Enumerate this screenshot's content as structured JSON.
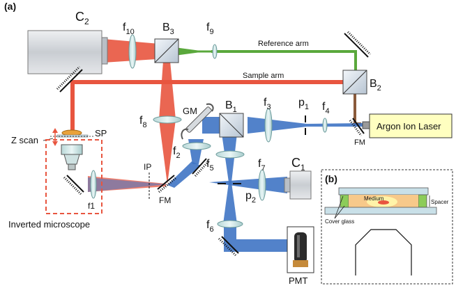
{
  "panel_a": {
    "label": "(a)"
  },
  "panel_b": {
    "label": "(b)",
    "medium": "Medium",
    "spacer": "Spacer",
    "cover_glass": "Cover glass"
  },
  "components": {
    "camera_c2": {
      "name": "C",
      "sub": "2"
    },
    "camera_c1": {
      "name": "C",
      "sub": "1"
    },
    "lens_f10": {
      "name": "f",
      "sub": "10"
    },
    "lens_f9": {
      "name": "f",
      "sub": "9"
    },
    "lens_f8": {
      "name": "f",
      "sub": "8"
    },
    "lens_f7": {
      "name": "f",
      "sub": "7"
    },
    "lens_f6": {
      "name": "f",
      "sub": "6"
    },
    "lens_f5": {
      "name": "f",
      "sub": "5"
    },
    "lens_f4": {
      "name": "f",
      "sub": "4"
    },
    "lens_f3": {
      "name": "f",
      "sub": "3"
    },
    "lens_f2": {
      "name": "f",
      "sub": "2"
    },
    "lens_f1": {
      "name": "f1"
    },
    "splitter_b3": {
      "name": "B",
      "sub": "3"
    },
    "splitter_b2": {
      "name": "B",
      "sub": "2"
    },
    "splitter_b1": {
      "name": "B",
      "sub": "1"
    },
    "pinhole_p1": {
      "name": "p",
      "sub": "1"
    },
    "pinhole_p2": {
      "name": "p",
      "sub": "2"
    },
    "galvo": "GM",
    "image_plane": "IP",
    "flip_mirror_left": "FM",
    "flip_mirror_right": "FM",
    "sample_plane": "SP",
    "z_scan": "Z scan",
    "laser": "Argon Ion Laser",
    "pmt": "PMT",
    "microscope": "Inverted microscope"
  },
  "beams": {
    "reference_arm": "Reference arm",
    "sample_arm": "Sample arm"
  },
  "colors": {
    "red_beam": "#e8553f",
    "blue_beam": "#3f74c4",
    "green_beam": "#5aa83c",
    "brown_beam": "#8a5a3b",
    "laser_box": "#ffffc0",
    "camera_grey": "#d0d4d8",
    "dashed_box": "#e8553f"
  }
}
